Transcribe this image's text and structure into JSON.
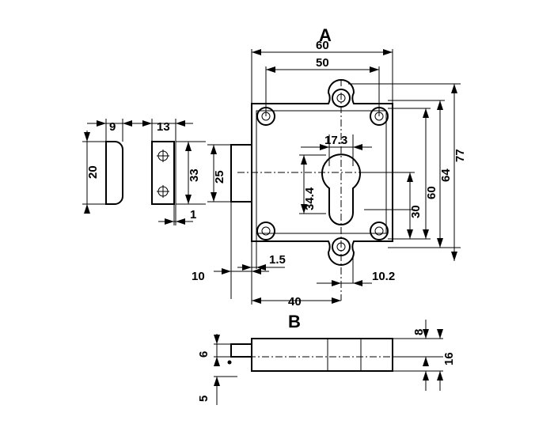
{
  "views": {
    "a": "A",
    "b": "B"
  },
  "dims": {
    "a_width_60": "60",
    "a_width_50": "50",
    "a_height_77": "77",
    "a_height_64": "64",
    "a_height_60": "60",
    "a_height_30": "30",
    "a_cyl_width": "17.3",
    "a_cyl_height": "34.4",
    "a_bolt_25": "25",
    "a_offset_10": "10",
    "a_offset_1_5": "1.5",
    "a_offset_10_2": "10.2",
    "a_backset_40": "40",
    "keeper_9": "9",
    "keeper_20": "20",
    "strike_13": "13",
    "strike_33": "33",
    "strike_1": "1",
    "b_bolt_6": "6",
    "b_gap_5": "5",
    "b_top_8": "8",
    "b_depth_16": "16"
  },
  "colors": {
    "line": "#000000",
    "background": "#ffffff"
  }
}
